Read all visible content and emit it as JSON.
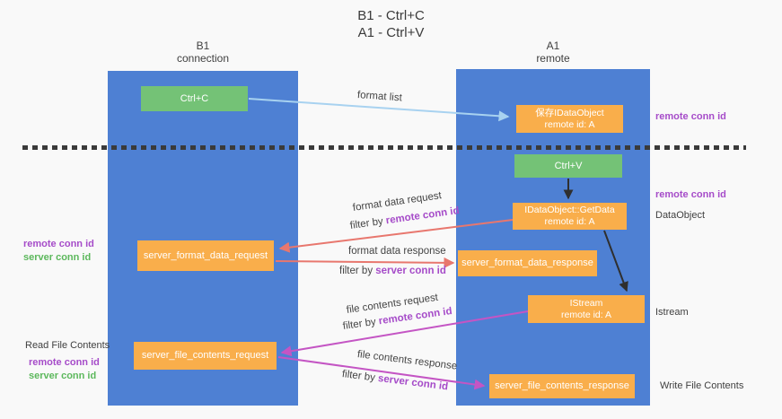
{
  "palette": {
    "column_blue": "#4E80D3",
    "box_orange": "#F9AE4B",
    "box_green": "#74C276",
    "arrow_lightblue": "#A8D2F0",
    "arrow_salmon": "#E8776E",
    "arrow_magenta": "#C455C4",
    "arrow_black": "#2F2F2F",
    "text_purple": "#A64CC9",
    "text_green": "#5CB85C"
  },
  "title": {
    "line1": "B1 - Ctrl+C",
    "line2": "A1 - Ctrl+V"
  },
  "lifelines": {
    "left": {
      "name": "B1",
      "role": "connection"
    },
    "right": {
      "name": "A1",
      "role": "remote"
    }
  },
  "nodes": {
    "ctrl_c": {
      "label": "Ctrl+C"
    },
    "save_idataobject": {
      "line1": "保存IDataObject",
      "line2": "remote id: A"
    },
    "ctrl_v": {
      "label": "Ctrl+V"
    },
    "getdata": {
      "line1": "IDataObject::GetData",
      "line2": "remote id: A"
    },
    "server_format_data_request": {
      "label": "server_format_data_request"
    },
    "server_format_data_response": {
      "label": "server_format_data_response"
    },
    "istream": {
      "line1": "IStream",
      "line2": "remote id: A"
    },
    "server_file_contents_request": {
      "label": "server_file_contents_request"
    },
    "server_file_contents_response": {
      "label": "server_file_contents_response"
    }
  },
  "side_labels": {
    "right_remote_conn_id_top": "remote conn id",
    "right_remote_conn_id_mid": "remote conn id",
    "right_dataobject": "DataObject",
    "right_istream": "Istream",
    "right_write_file_contents": "Write File Contents",
    "left_remote_conn_id_1": "remote conn id",
    "left_server_conn_id_1": "server conn id",
    "left_read_file_contents": "Read File Contents",
    "left_remote_conn_id_2": "remote conn id",
    "left_server_conn_id_2": "server conn id"
  },
  "arrow_labels": {
    "format_list": "format list",
    "format_data_request": "format data request",
    "format_data_request_filter_prefix": "filter by ",
    "format_data_request_filter_key": "remote conn id",
    "format_data_response": "format data response",
    "format_data_response_filter_prefix": "filter by ",
    "format_data_response_filter_key": "server conn id",
    "file_contents_request": "file contents request",
    "file_contents_request_filter_prefix": "filter by ",
    "file_contents_request_filter_key": "remote conn id",
    "file_contents_response": "file contents response",
    "file_contents_response_filter_prefix": "filter by ",
    "file_contents_response_filter_key": "server conn id"
  }
}
